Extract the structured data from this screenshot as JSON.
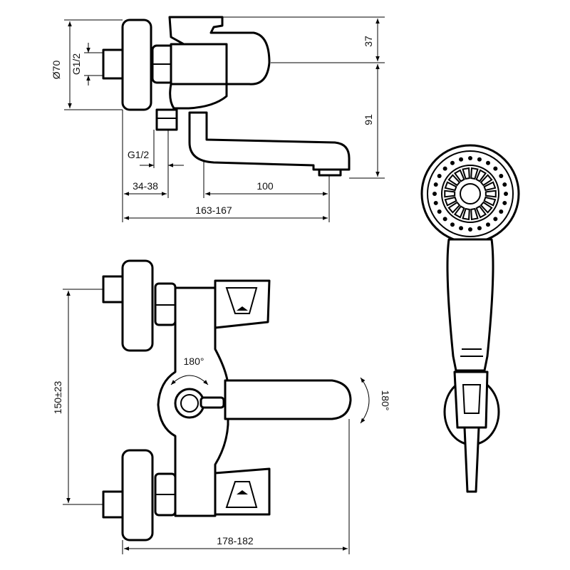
{
  "dimensions": {
    "diameter": "Ø70",
    "inlet_thread_top": "G1/2",
    "outlet_thread": "G1/2",
    "handle_height": "37",
    "spout_height": "91",
    "offset_range": "34-38",
    "spout_projection": "100",
    "overall_depth": "163-167",
    "inlet_spacing": "150±23",
    "overall_width": "178-182"
  },
  "rotation_labels": {
    "diverter": "180°",
    "spout": "180°"
  }
}
